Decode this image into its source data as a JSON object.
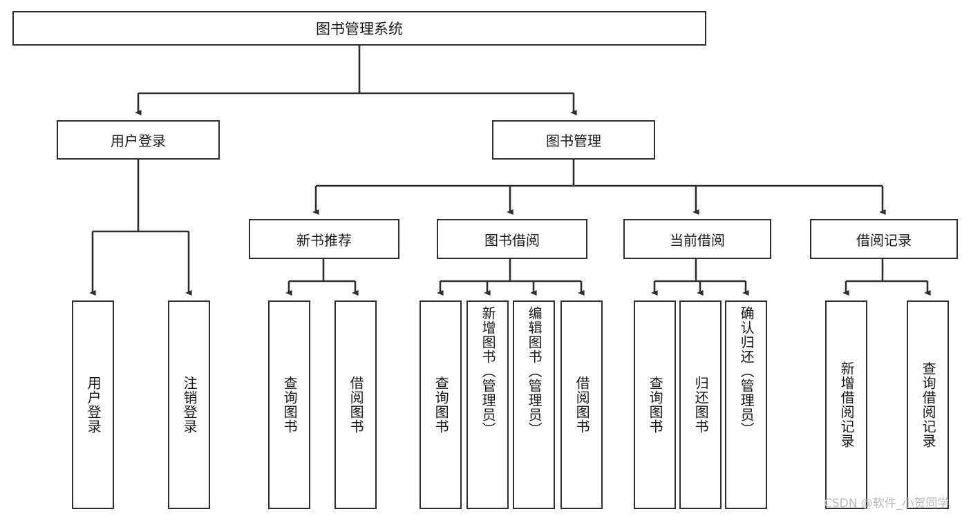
{
  "diagram": {
    "title": "图书管理系统",
    "type": "tree",
    "background": "#ffffff",
    "line_color": "#2e2e2e",
    "box_border": "#2e2e2e",
    "text_color": "#1a1a1a",
    "root": {
      "label": "图书管理系统"
    },
    "level2": [
      {
        "label": "用户登录"
      },
      {
        "label": "图书管理"
      }
    ],
    "level3": [
      {
        "label": "新书推荐"
      },
      {
        "label": "图书借阅"
      },
      {
        "label": "当前借阅"
      },
      {
        "label": "借阅记录"
      }
    ],
    "leaves": {
      "user_login": [
        {
          "label": "用户登录"
        },
        {
          "label": "注销登录"
        }
      ],
      "new_book_recommend": [
        {
          "label": "查询图书"
        },
        {
          "label": "借阅图书"
        }
      ],
      "book_borrow": [
        {
          "label": "查询图书"
        },
        {
          "label": "新增图书（管理员）"
        },
        {
          "label": "编辑图书（管理员）"
        },
        {
          "label": "借阅图书"
        }
      ],
      "current_borrow": [
        {
          "label": "查询图书"
        },
        {
          "label": "归还图书"
        },
        {
          "label": "确认归还（管理员）"
        }
      ],
      "borrow_record": [
        {
          "label": "新增借阅记录"
        },
        {
          "label": "查询借阅记录"
        }
      ]
    }
  },
  "watermark": {
    "text": "CSDN @软件_小贺同学"
  }
}
